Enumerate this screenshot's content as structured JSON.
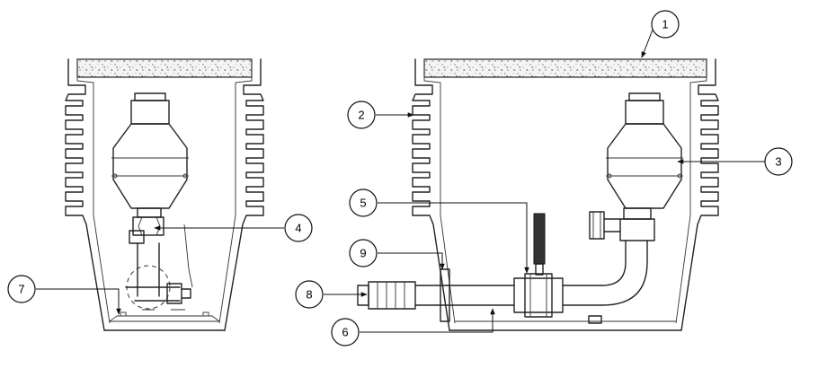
{
  "callouts": {
    "c1": "1",
    "c2": "2",
    "c3": "3",
    "c4": "4",
    "c5": "5",
    "c6": "6",
    "c7": "7",
    "c8": "8",
    "c9": "9"
  },
  "colors": {
    "line": "#222222",
    "concrete_fill": "#f4f4f4",
    "background": "#ffffff"
  }
}
